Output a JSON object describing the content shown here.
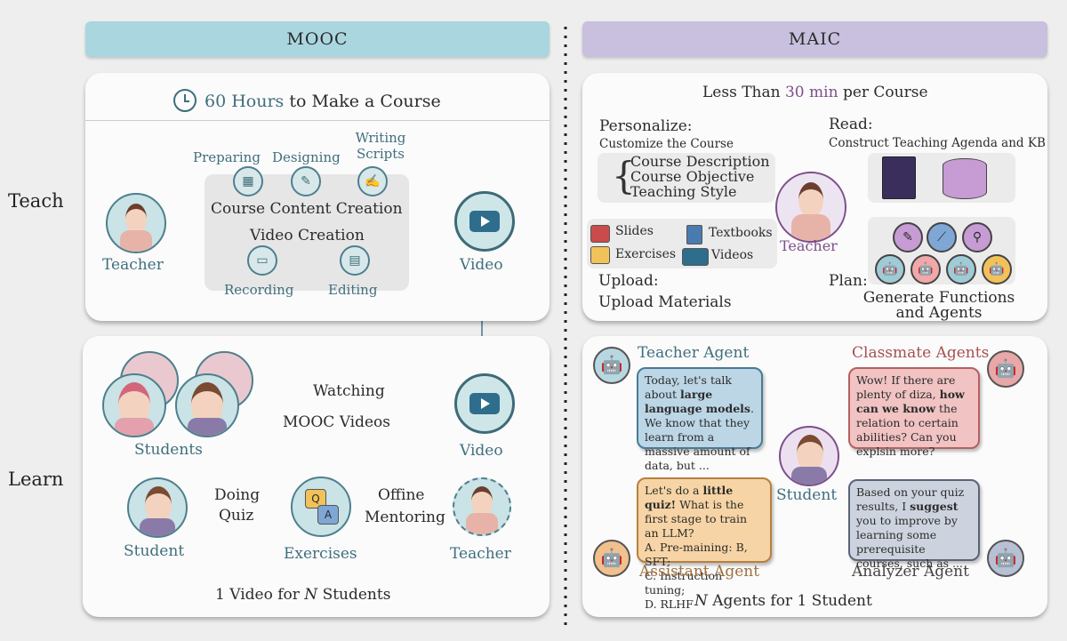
{
  "headers": {
    "mooc": "MOOC",
    "maic": "MAIC"
  },
  "side_labels": {
    "teach": "Teach",
    "learn": "Learn"
  },
  "mooc_teach": {
    "title_prefix": "60 Hours",
    "title_rest": "to Make a Course",
    "steps": [
      "Preparing",
      "Designing",
      "Writing Scripts"
    ],
    "course_content": "Course Content Creation",
    "video_creation": "Video Creation",
    "video_steps": [
      "Recording",
      "Editing"
    ],
    "teacher": "Teacher",
    "video": "Video"
  },
  "mooc_learn": {
    "students": "Students",
    "watching": "Watching",
    "mooc_videos": "MOOC Videos",
    "video": "Video",
    "student": "Student",
    "doing": "Doing",
    "quiz": "Quiz",
    "exercises": "Exercises",
    "offline": "Offine",
    "mentoring": "Mentoring",
    "teacher": "Teacher",
    "caption_pre": "1 Video for",
    "caption_n": "N",
    "caption_post": "Students"
  },
  "maic_teach": {
    "title_pre": "Less Than",
    "title_time": "30 min",
    "title_post": "per Course",
    "personalize": "Personalize:",
    "customize": "Customize the Course",
    "options": [
      "Course Description",
      "Course Objective",
      "Teaching Style"
    ],
    "materials": [
      "Slides",
      "Textbooks",
      "Exercises",
      "Videos"
    ],
    "upload": "Upload:",
    "upload_materials": "Upload Materials",
    "teacher": "Teacher",
    "read": "Read:",
    "construct": "Construct Teaching Agenda and KB",
    "plan": "Plan:",
    "generate": "Generate Functions and Agents"
  },
  "maic_learn": {
    "teacher_agent": "Teacher Agent",
    "classmate_agents": "Classmate Agents",
    "assistant_agent": "Assistant Agent",
    "analyzer_agent": "Analyzer Agent",
    "student": "Student",
    "teacher_msg": [
      "Today, let's talk about ",
      "large language models",
      ". We know that they learn from a massive amount of data, but ..."
    ],
    "classmate_msg": [
      "Wow! If there are plenty of diza, ",
      "how can we know",
      " the relation to certain abilities? Can you explsin more?"
    ],
    "assistant_msg": [
      "Let's do a ",
      "little quiz!",
      " What is the first stage to train an LLM?",
      "A. Pre-maining: B, SFT;",
      "C. Instruction tuning;",
      "D. RLHF"
    ],
    "analyzer_msg": [
      "Based on your quiz results, I ",
      "suggest",
      " you to improve by learning some prerequisite courses, such as ..."
    ],
    "caption_n": "N",
    "caption_post": "Agents for 1 Student"
  },
  "colors": {
    "mooc_banner": "#aad6df",
    "maic_banner": "#c8c0de",
    "accent_teal": "#3f6e7c",
    "accent_purple": "#7d4f8a"
  }
}
